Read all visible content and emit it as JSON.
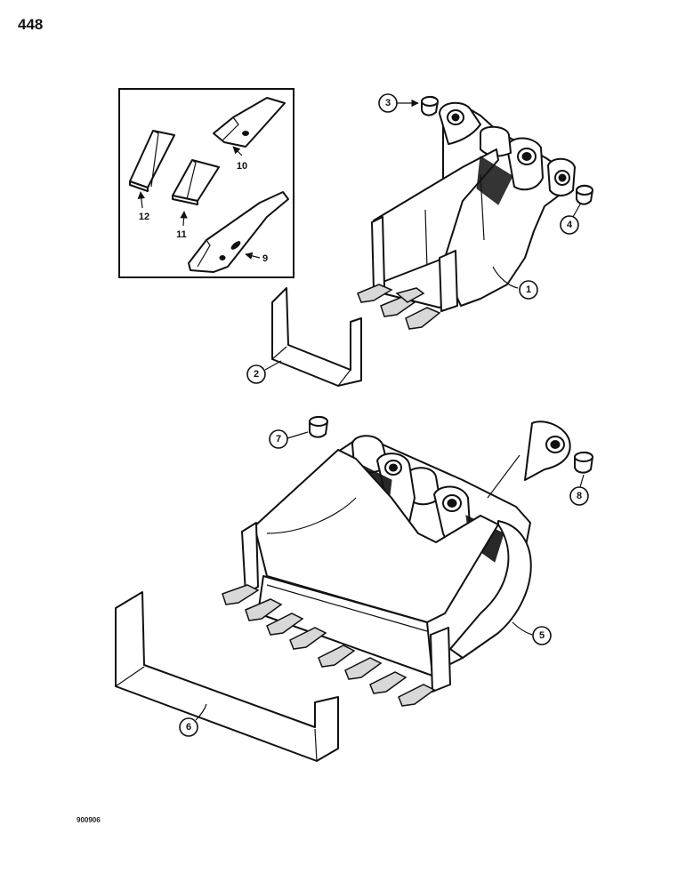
{
  "page_number": "448",
  "figure_code": "900906",
  "callouts": [
    {
      "id": "1",
      "label": "1"
    },
    {
      "id": "2",
      "label": "2"
    },
    {
      "id": "3",
      "label": "3"
    },
    {
      "id": "4",
      "label": "4"
    },
    {
      "id": "5",
      "label": "5"
    },
    {
      "id": "6",
      "label": "6"
    },
    {
      "id": "7",
      "label": "7"
    },
    {
      "id": "8",
      "label": "8"
    }
  ],
  "inset_labels": [
    {
      "id": "9",
      "label": "9"
    },
    {
      "id": "10",
      "label": "10"
    },
    {
      "id": "11",
      "label": "11"
    },
    {
      "id": "12",
      "label": "12"
    }
  ]
}
